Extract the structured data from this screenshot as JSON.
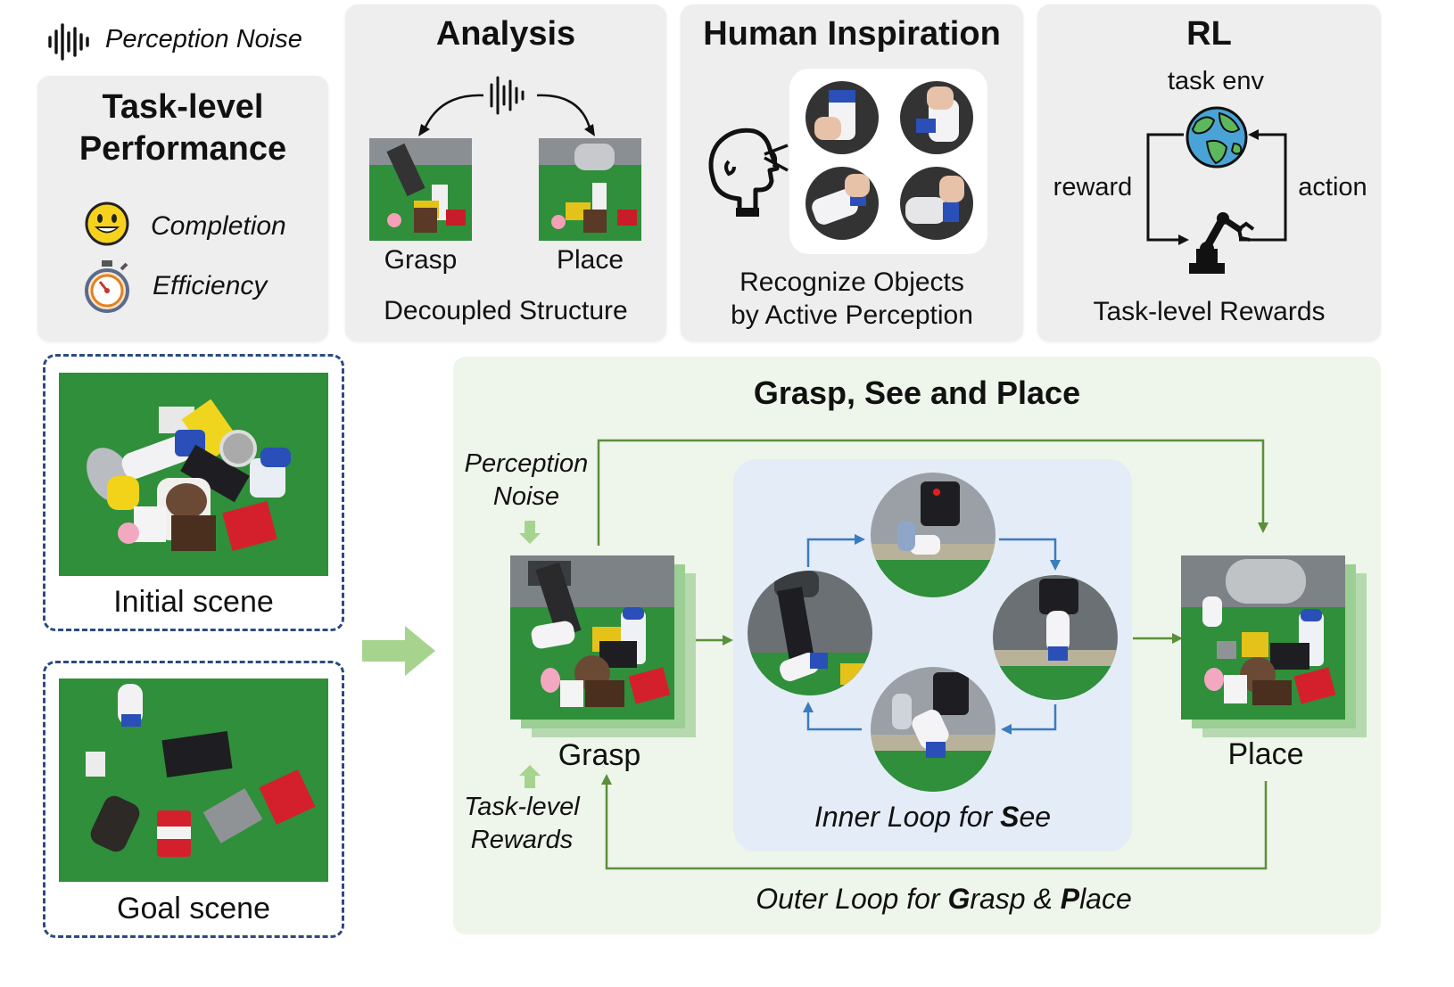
{
  "legend": {
    "noise_label": "Perception Noise",
    "noise_icon": "waveform-icon"
  },
  "task_panel": {
    "title_line1": "Task-level",
    "title_line2": "Performance",
    "completion": "Completion",
    "efficiency": "Efficiency"
  },
  "analysis_panel": {
    "title": "Analysis",
    "grasp": "Grasp",
    "place": "Place",
    "caption": "Decoupled Structure"
  },
  "human_panel": {
    "title": "Human Inspiration",
    "caption_line1": "Recognize Objects",
    "caption_line2": "by Active Perception"
  },
  "rl_panel": {
    "title": "RL",
    "task_env": "task env",
    "reward": "reward",
    "action": "action",
    "caption": "Task-level Rewards"
  },
  "scenes": {
    "initial": "Initial scene",
    "goal": "Goal scene"
  },
  "main_panel": {
    "title": "Grasp, See and Place",
    "perception_noise_line1": "Perception",
    "perception_noise_line2": "Noise",
    "task_rewards_line1": "Task-level",
    "task_rewards_line2": "Rewards",
    "grasp": "Grasp",
    "place": "Place",
    "inner_loop_prefix": "Inner Loop for ",
    "inner_loop_bold": "S",
    "inner_loop_suffix": "ee",
    "outer_prefix": "Outer Loop for ",
    "outer_g": "G",
    "outer_rasp": "rasp & ",
    "outer_p": "P",
    "outer_lace": "lace"
  },
  "colors": {
    "panel_bg": "#eeeeee",
    "main_bg": "#eef5ea",
    "inner_bg": "#e4ecf7",
    "green_arrow": "#5a8f3c",
    "blue_arrow": "#3a7cc0",
    "dash_border": "#2c4a80",
    "table_green": "#2f8f3a"
  }
}
